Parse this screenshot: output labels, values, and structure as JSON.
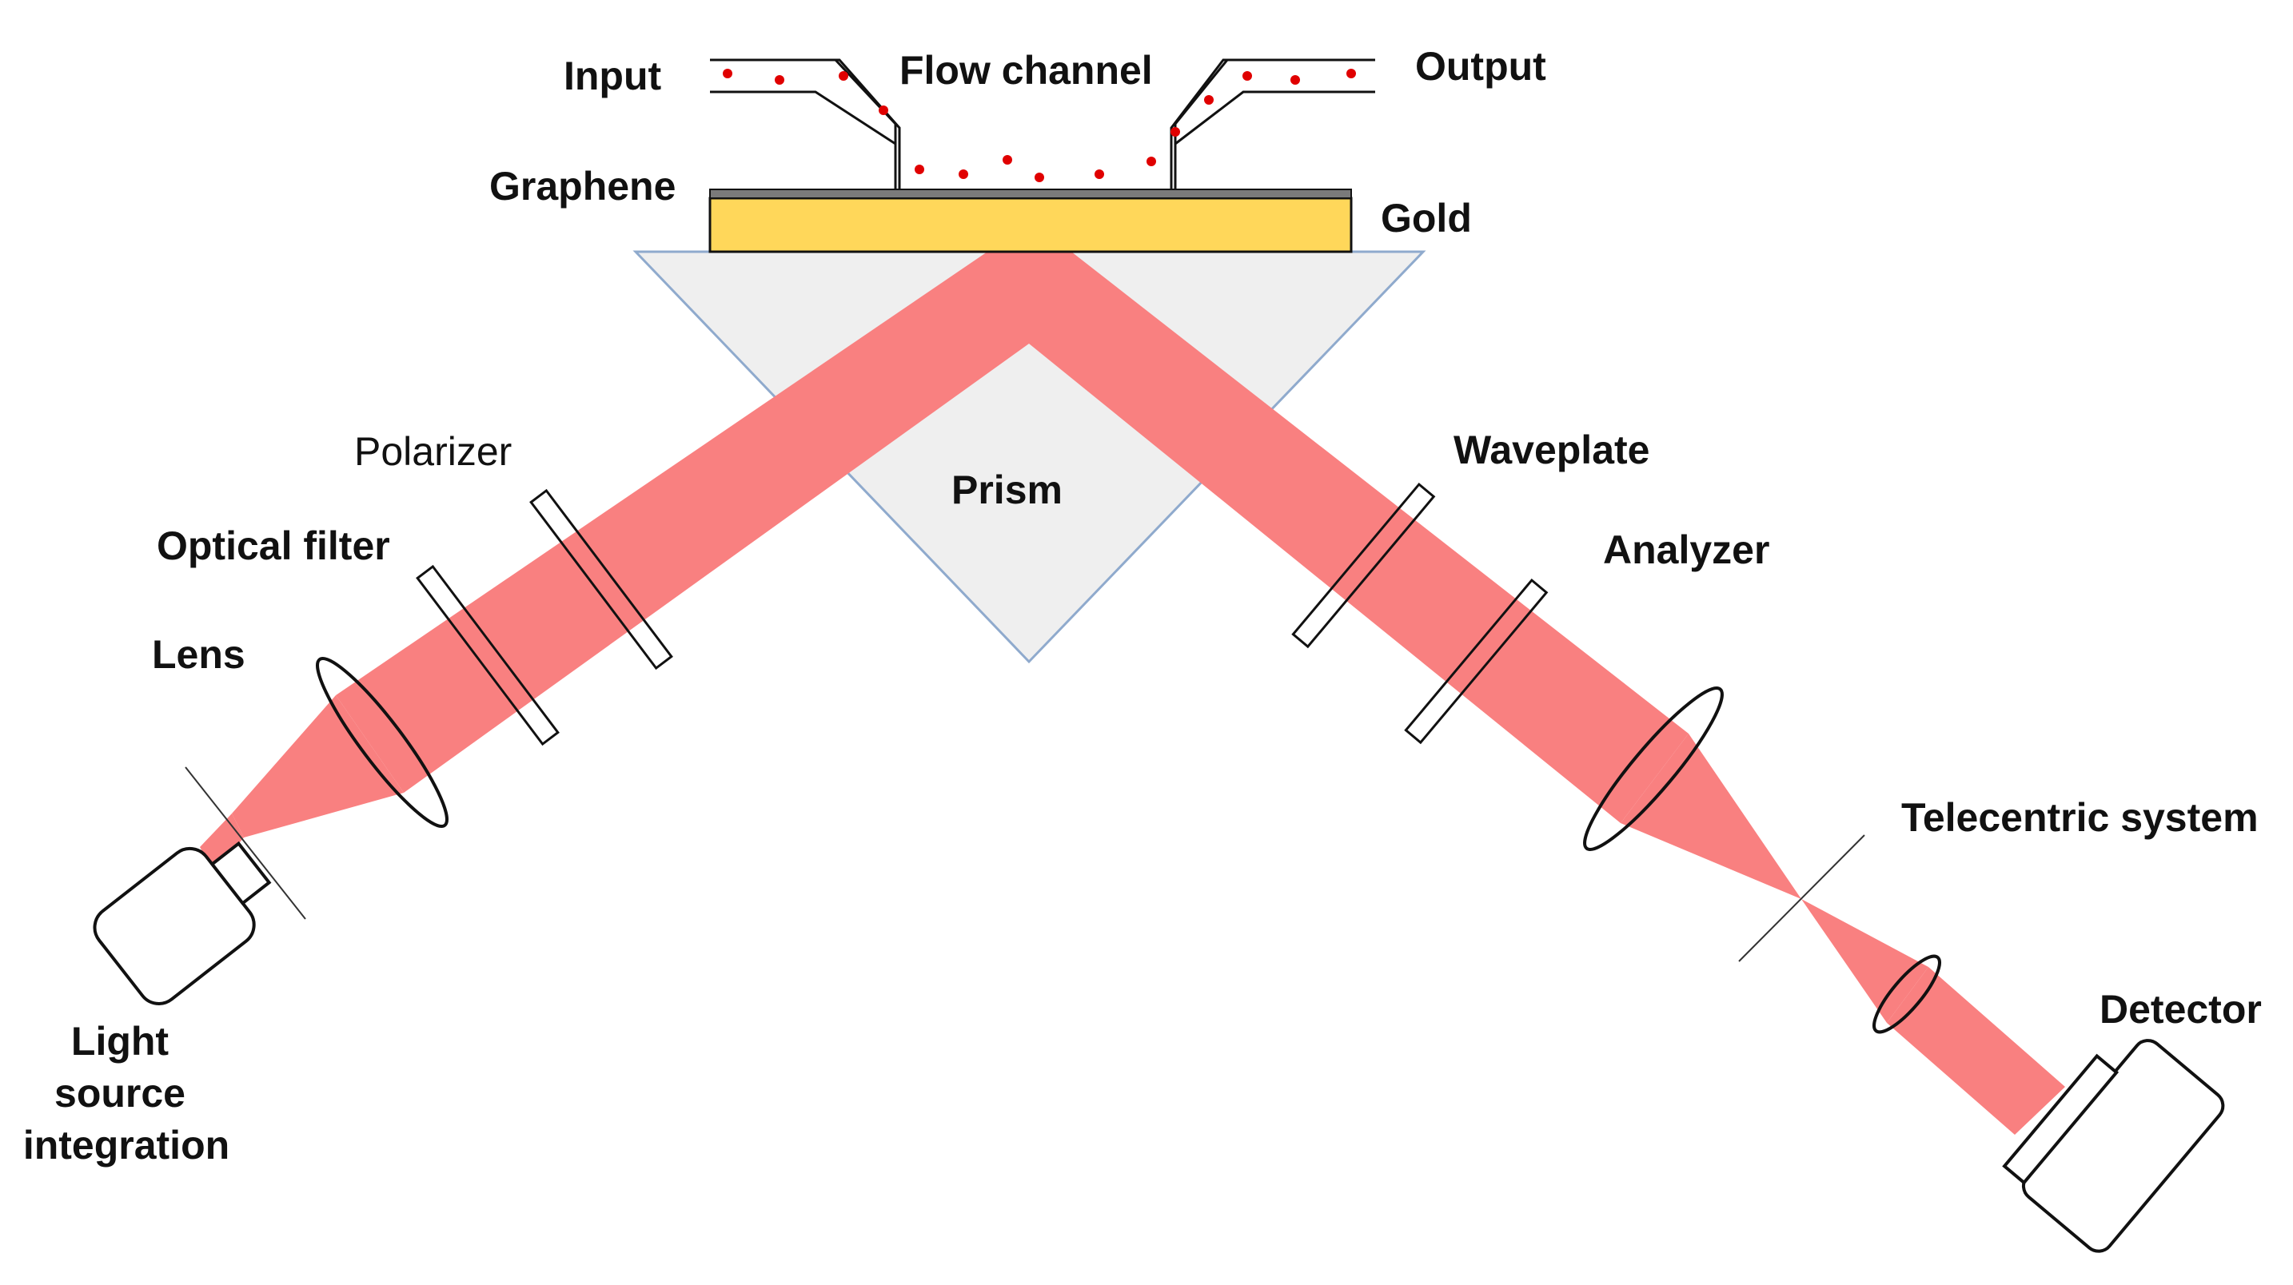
{
  "labels": {
    "input": "Input",
    "flow_channel": "Flow channel",
    "output": "Output",
    "graphene": "Graphene",
    "gold": "Gold",
    "polarizer": "Polarizer",
    "optical_filter": "Optical filter",
    "lens": "Lens",
    "prism": "Prism",
    "waveplate": "Waveplate",
    "analyzer": "Analyzer",
    "telecentric_system": "Telecentric system",
    "detector": "Detector",
    "light_source": [
      "Light",
      "source",
      "integration"
    ]
  },
  "colors": {
    "beam": "#F98080",
    "gold": "#FFD75A",
    "prism_fill": "#EFEFEF",
    "prism_edge": "#8FAACD",
    "particle": "#E00000",
    "outline": "#111111"
  }
}
